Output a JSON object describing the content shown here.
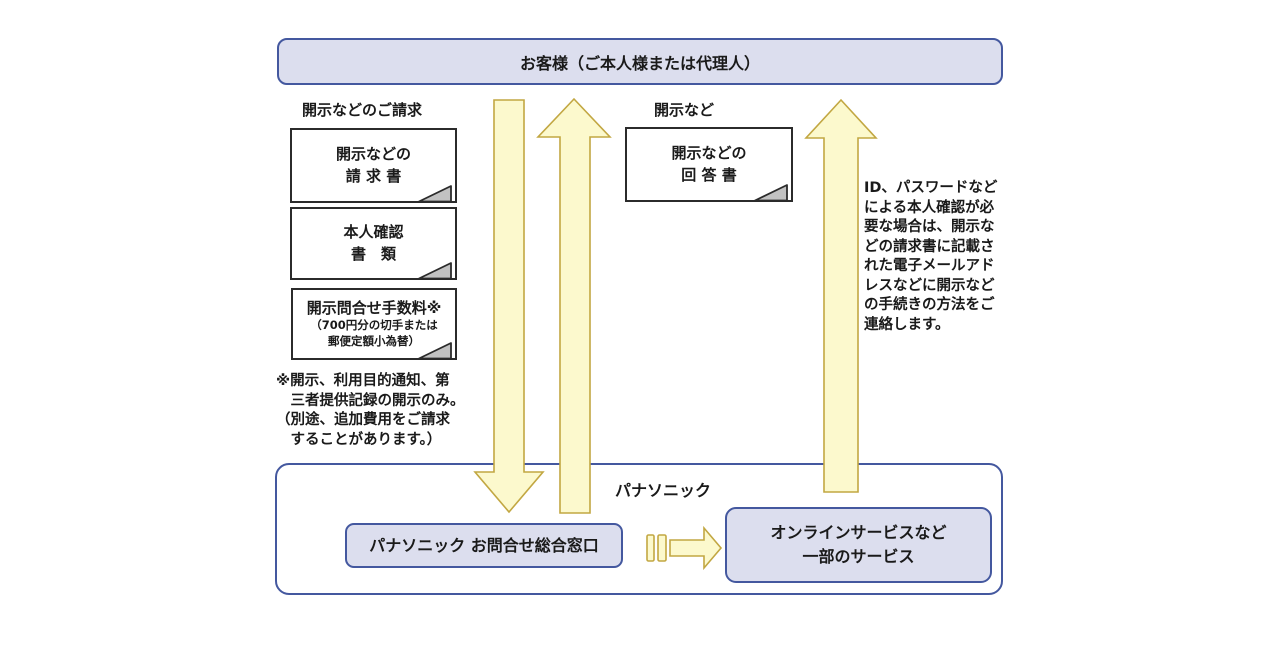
{
  "colors": {
    "box_fill_lavender": "#dcdeee",
    "box_border_blue": "#44589f",
    "arrow_fill_yellow": "#fcf9cd",
    "arrow_border_gold": "#c2a742",
    "document_border": "#2b2b2b",
    "fold_fill": "#c2c2c2",
    "text": "#1a1a1a"
  },
  "customer": {
    "label": "お客様（ご本人様または代理人）"
  },
  "request": {
    "label": "開示などのご請求",
    "doc1": "開示などの\n請 求 書",
    "doc2": "本人確認\n書　類",
    "doc3_title": "開示問合せ手数料※",
    "doc3_sub": "（700円分の切手または\n郵便定額小為替）",
    "note": "※開示、利用目的通知、第\n　三者提供記録の開示のみ。\n（別途、追加費用をご請求\n　することがあります。）"
  },
  "response": {
    "label": "開示など",
    "doc": "開示などの\n回 答 書",
    "side_note": "ID、パスワードなど\nによる本人確認が必\n要な場合は、開示な\nどの請求書に記載さ\nれた電子メールアド\nレスなどに開示など\nの手続きの方法をご\n連絡します。"
  },
  "panasonic": {
    "label": "パナソニック",
    "contact": "パナソニック お問合せ総合窓口",
    "online": "オンラインサービスなど\n一部のサービス"
  }
}
